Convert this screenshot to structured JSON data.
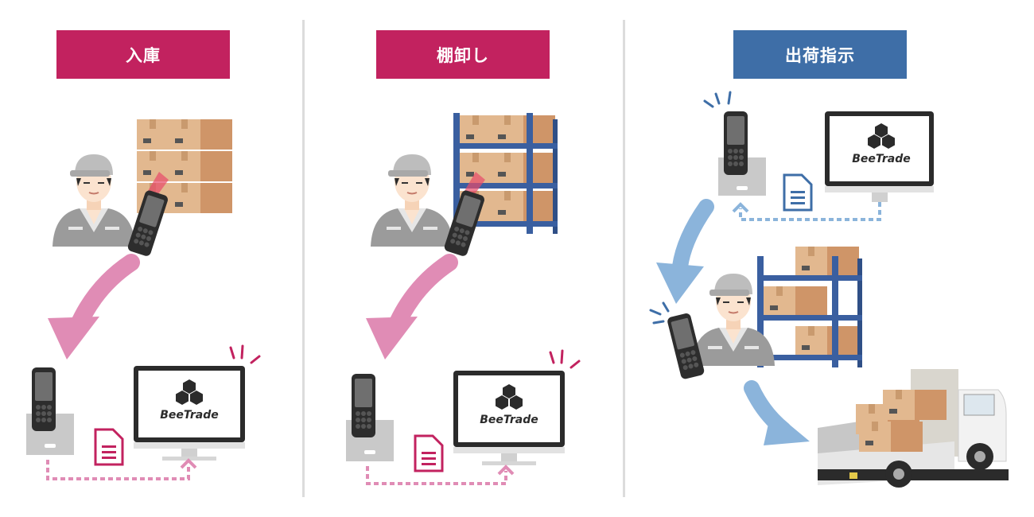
{
  "colors": {
    "pink": "#c2225f",
    "blue": "#3e6ea7",
    "divider": "#dcdcdc"
  },
  "panels": [
    {
      "title": "入庫",
      "brand": "BeeTrade"
    },
    {
      "title": "棚卸し",
      "brand": "BeeTrade"
    },
    {
      "title": "出荷指示",
      "brand": "BeeTrade"
    }
  ]
}
